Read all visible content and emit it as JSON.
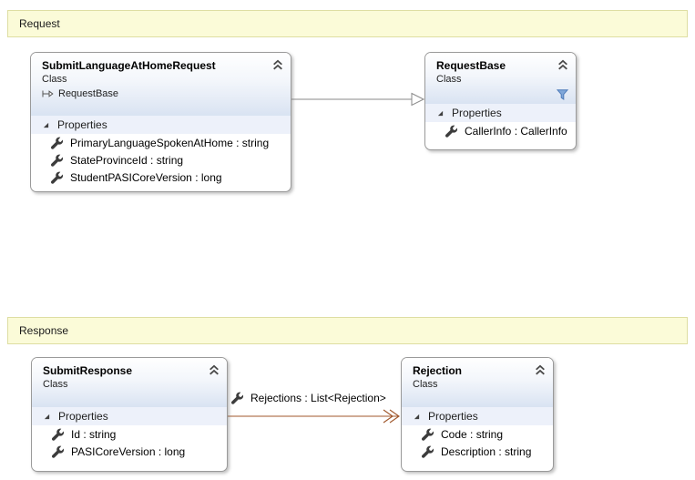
{
  "diagram": {
    "groups": [
      {
        "label": "Request"
      },
      {
        "label": "Response"
      }
    ],
    "classes": [
      {
        "title": "SubmitLanguageAtHomeRequest",
        "stereotype": "Class",
        "base_type": "RequestBase",
        "section_label": "Properties",
        "members": [
          "PrimaryLanguageSpokenAtHome : string",
          "StateProvinceId : string",
          "StudentPASICoreVersion : long"
        ]
      },
      {
        "title": "RequestBase",
        "stereotype": "Class",
        "section_label": "Properties",
        "members": [
          "CallerInfo : CallerInfo"
        ]
      },
      {
        "title": "SubmitResponse",
        "stereotype": "Class",
        "section_label": "Properties",
        "members": [
          "Id : string",
          "PASICoreVersion : long"
        ]
      },
      {
        "title": "Rejection",
        "stereotype": "Class",
        "section_label": "Properties",
        "members": [
          "Code : string",
          "Description : string"
        ]
      }
    ],
    "connectors": [
      {
        "type": "inheritance",
        "from": "SubmitLanguageAtHomeRequest",
        "to": "RequestBase",
        "label": ""
      },
      {
        "type": "association",
        "from": "SubmitResponse",
        "to": "Rejection",
        "label": "Rejections : List<Rejection>"
      }
    ],
    "colors": {
      "banner_bg": "#fbfbd8",
      "banner_border": "#dedea2",
      "box_border": "#9a9a9a",
      "header_gradient_bottom": "#d9e3f2",
      "section_row_bg": "#edf1fa",
      "association_line": "#a0572b",
      "inheritance_line": "#8a8a8a",
      "filter_icon_blue": "#7fa7d9"
    }
  }
}
